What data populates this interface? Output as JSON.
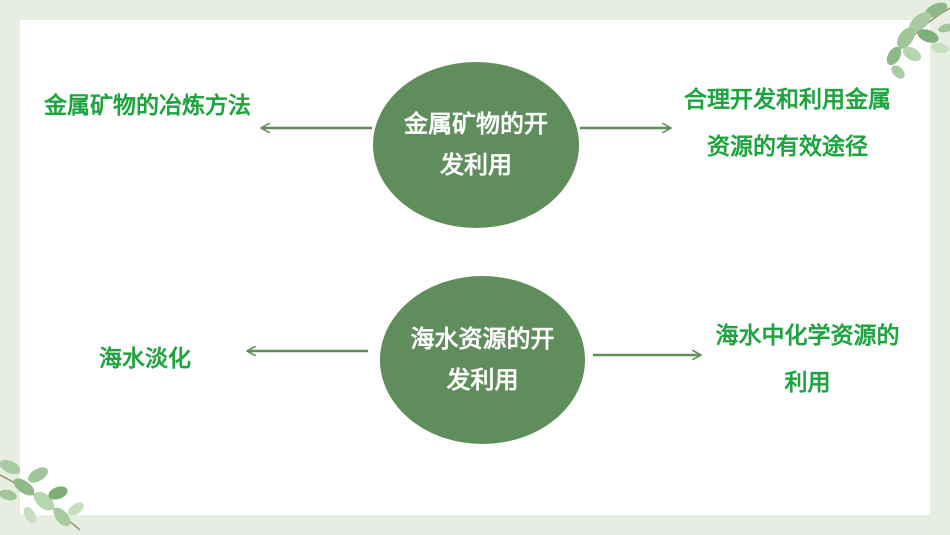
{
  "diagram": {
    "center_nodes": [
      {
        "id": "top",
        "text": "金属矿物的开发利用"
      },
      {
        "id": "bottom",
        "text": "海水资源的开发利用"
      }
    ],
    "labels": {
      "smelting": "金属矿物的冶炼方法",
      "metal_use": "合理开发和利用金属资源的有效途径",
      "desalination": "海水淡化",
      "chemical_use": "海水中化学资源的利用"
    }
  },
  "colors": {
    "page_border": "#e6eee1",
    "slide_background": "#ffffff",
    "node_fill": "#5f8e5c",
    "node_text": "#ffffff",
    "label_text": "#1ea43f",
    "arrow": "#5f8e5c",
    "leaf_green": "#8db887"
  },
  "decorations": [
    "leaf-branch-top-right",
    "leaf-branch-bottom-left"
  ]
}
